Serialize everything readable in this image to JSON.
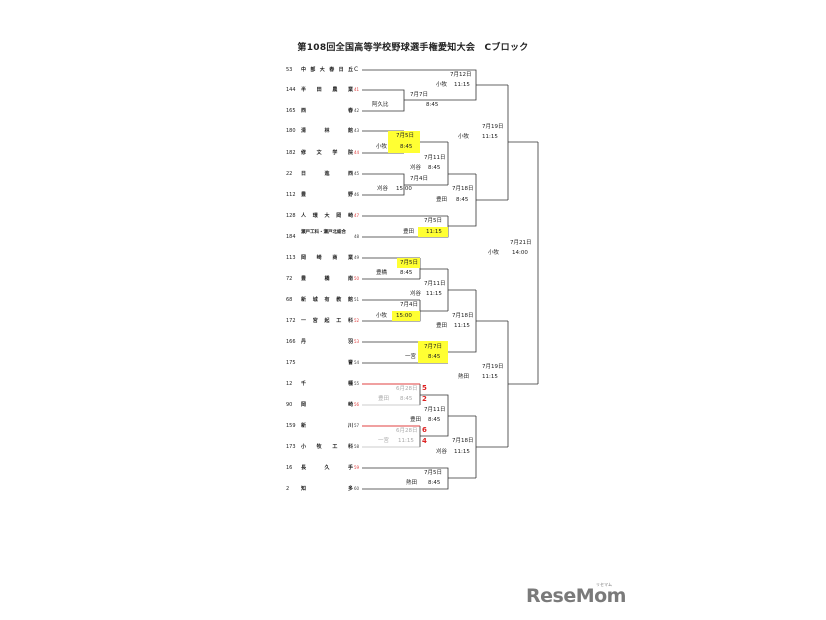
{
  "title": "第108回全国高等学校野球選手権愛知大会　Cブロック",
  "teams": [
    {
      "no": "53",
      "name": "中部大春日丘",
      "id": "",
      "lead": "C"
    },
    {
      "no": "144",
      "name": "半田農業",
      "id": "41"
    },
    {
      "no": "165",
      "name": "西春",
      "id": "42"
    },
    {
      "no": "180",
      "name": "清林館",
      "id": "43"
    },
    {
      "no": "182",
      "name": "修文学院",
      "id": "44"
    },
    {
      "no": "22",
      "name": "日進西",
      "id": "45"
    },
    {
      "no": "112",
      "name": "豊野",
      "id": "46"
    },
    {
      "no": "128",
      "name": "人環大岡崎",
      "id": "47"
    },
    {
      "no": "184",
      "name": "瀬戸工科・瀬戸北総合",
      "id": "48"
    },
    {
      "no": "113",
      "name": "岡崎商業",
      "id": "49"
    },
    {
      "no": "72",
      "name": "豊橋南",
      "id": "50"
    },
    {
      "no": "68",
      "name": "新城有教館",
      "id": "51"
    },
    {
      "no": "172",
      "name": "一宮起工科",
      "id": "52"
    },
    {
      "no": "166",
      "name": "丹羽",
      "id": "53"
    },
    {
      "no": "175",
      "name": "誉",
      "id": "54"
    },
    {
      "no": "12",
      "name": "千種",
      "id": "55"
    },
    {
      "no": "90",
      "name": "岡崎",
      "id": "56"
    },
    {
      "no": "159",
      "name": "新川",
      "id": "57"
    },
    {
      "no": "173",
      "name": "小牧工科",
      "id": "58"
    },
    {
      "no": "16",
      "name": "長久手",
      "id": "59"
    },
    {
      "no": "2",
      "name": "知多",
      "id": "60"
    }
  ],
  "games": {
    "g1": {
      "date": "7月7日",
      "venue": "阿久比",
      "time": "8:45"
    },
    "g2": {
      "date": "7月5日",
      "venue": "小牧",
      "time": "8:45"
    },
    "g3": {
      "date": "7月4日",
      "venue": "刈谷",
      "time": "15:00"
    },
    "g4": {
      "date": "7月5日",
      "venue": "豊田",
      "time": "11:15"
    },
    "g5": {
      "date": "7月5日",
      "venue": "豊橋",
      "time": "8:45"
    },
    "g6": {
      "date": "7月4日",
      "venue": "小牧",
      "time": "15:00"
    },
    "g7": {
      "date": "7月7日",
      "venue": "一宮",
      "time": "8:45"
    },
    "g8": {
      "date": "6月28日",
      "venue": "豊田",
      "time": "8:45",
      "score_top": "5",
      "score_bottom": "2"
    },
    "g9": {
      "date": "6月28日",
      "venue": "一宮",
      "time": "11:15",
      "score_top": "6",
      "score_bottom": "4"
    },
    "g10": {
      "date": "7月5日",
      "venue": "熱田",
      "time": "8:45"
    },
    "r2a": {
      "date": "7月12日",
      "venue": "小牧",
      "time": "11:15"
    },
    "r2b": {
      "date": "7月11日",
      "venue": "刈谷",
      "time": "8:45"
    },
    "r2c": {
      "date": "7月11日",
      "venue": "刈谷",
      "time": "11:15"
    },
    "r2d": {
      "date": "7月11日",
      "venue": "豊田",
      "time": "8:45"
    },
    "r3a": {
      "date": "7月18日",
      "venue": "豊田",
      "time": "8:45"
    },
    "r3b": {
      "date": "7月18日",
      "venue": "豊田",
      "time": "11:15"
    },
    "r3c": {
      "date": "7月18日",
      "venue": "刈谷",
      "time": "11:15"
    },
    "r4a": {
      "date": "7月19日",
      "venue": "小牧",
      "time": "11:15"
    },
    "r4b": {
      "date": "7月19日",
      "venue": "熱田",
      "time": "11:15"
    },
    "final": {
      "date": "7月21日",
      "venue": "小牧",
      "time": "14:00"
    }
  },
  "colors": {
    "highlight": "#ffff33",
    "played": "#e04040",
    "line": "#333333"
  },
  "logo": {
    "text": "ReseMom",
    "sub": "リセマム"
  }
}
